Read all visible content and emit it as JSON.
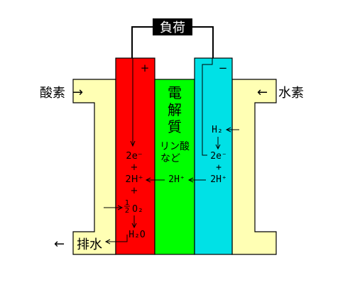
{
  "load_label": "負荷",
  "plus_sign": "+",
  "minus_sign": "−",
  "electrolyte": {
    "title_chars": [
      "電",
      "解",
      "質"
    ],
    "example_line1": "リン酸",
    "example_line2": "など"
  },
  "inputs": {
    "oxygen_label": "酸素",
    "oxygen_arrow": "→",
    "hydrogen_label": "水素",
    "hydrogen_arrow": "←",
    "drain_label": "排水",
    "drain_arrow": "←"
  },
  "cathode": {
    "electrons": "2e⁻",
    "plus1": "+",
    "protons": "2H⁺",
    "plus2": "+",
    "oxygen_frac_num": "1",
    "oxygen_frac_den": "2",
    "oxygen_formula": "O₂",
    "water": "H₂O"
  },
  "membrane_protons": "2H⁺",
  "anode": {
    "hydrogen": "H₂",
    "electrons": "2e⁻",
    "plus": "+",
    "protons": "2H⁺"
  },
  "colors": {
    "cathode": "#ff0000",
    "electrolyte": "#00ff00",
    "anode": "#00e1e6",
    "housing": "#ffffb4",
    "load": "#000000",
    "outline": "#000000"
  }
}
